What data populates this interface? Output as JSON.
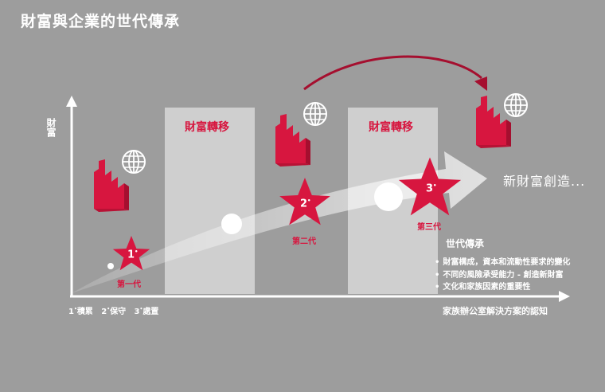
{
  "title": "財富與企業的世代傳承",
  "y_axis_label": "財富",
  "transfer_bands": [
    "財富轉移",
    "財富轉移"
  ],
  "stars": [
    {
      "num": "1",
      "label": "第一代"
    },
    {
      "num": "2",
      "label": "第二代"
    },
    {
      "num": "3",
      "label": "第三代"
    }
  ],
  "legend": [
    {
      "num": "1",
      "text": "積累"
    },
    {
      "num": "2",
      "text": "保守"
    },
    {
      "num": "3",
      "text": "處置"
    }
  ],
  "new_wealth": "新財富創造...",
  "generation_box": {
    "title": "世代傳承",
    "items": [
      "財富構成，資本和流動性要求的變化",
      "不同的風險承受能力 - 創造新財富",
      "文化和家族因素的重要性"
    ]
  },
  "x_axis_label": "家族辦公室解決方案的認知",
  "colors": {
    "background": "#9d9d9d",
    "accent": "#d7163f",
    "band": "#cfcfcf"
  }
}
